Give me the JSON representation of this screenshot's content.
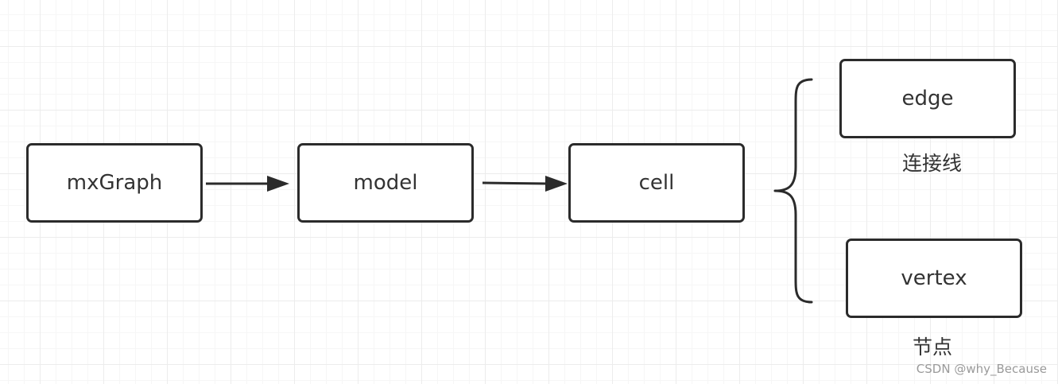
{
  "nodes": {
    "mxgraph": "mxGraph",
    "model": "model",
    "cell": "cell",
    "edge": "edge",
    "vertex": "vertex"
  },
  "captions": {
    "edge": "连接线",
    "vertex": "节点"
  },
  "watermark": "CSDN @why_Because",
  "colors": {
    "stroke": "#2b2b2b",
    "text": "#333333",
    "grid": "#ececec"
  }
}
